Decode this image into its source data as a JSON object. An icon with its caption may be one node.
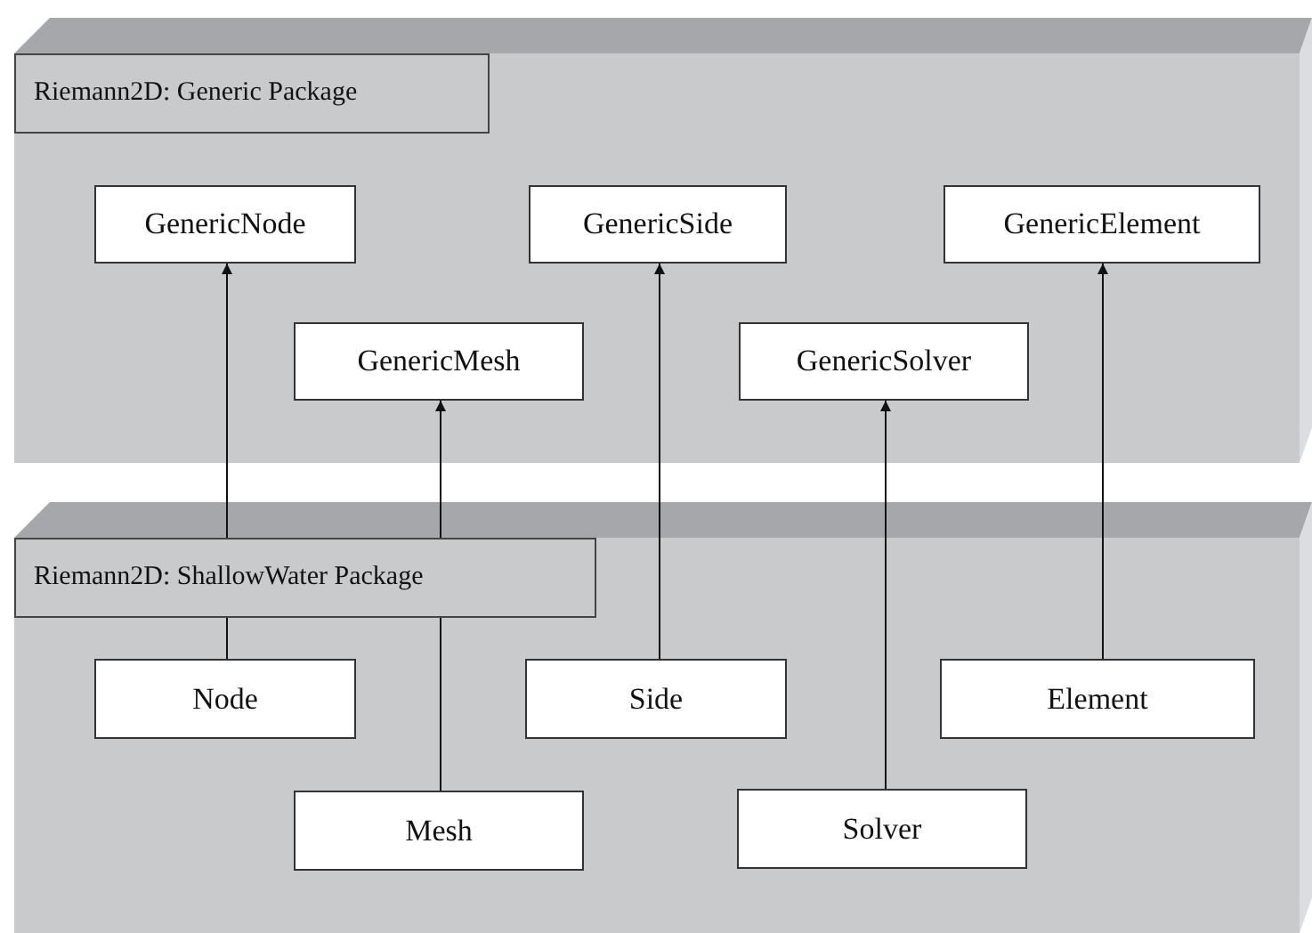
{
  "diagram": {
    "nodes": [
      {
        "text": [
          "Riemann2D: Generic Package"
        ]
      },
      {
        "text": [
          "GenericNode"
        ],
        "in": 0
      },
      {
        "text": [
          "GenericSide"
        ],
        "in": 0
      },
      {
        "text": [
          "GenericElement"
        ],
        "in": 0
      },
      {
        "text": [
          "GenericMesh"
        ],
        "in": 0
      },
      {
        "text": [
          "GenericSolver"
        ],
        "in": 0
      },
      {
        "text": [
          "Riemann2D: ShallowWater Package"
        ]
      },
      {
        "text": [
          "Node"
        ],
        "in": 6
      },
      {
        "text": [
          "Side"
        ],
        "in": 6
      },
      {
        "text": [
          "Element"
        ],
        "in": 6
      },
      {
        "text": [
          "Mesh"
        ],
        "in": 6
      },
      {
        "text": [
          "Solver"
        ],
        "in": 6
      }
    ],
    "edges": [
      {
        "from": 7,
        "to": 1,
        "arrow": "to"
      },
      {
        "from": 10,
        "to": 4,
        "arrow": "to"
      },
      {
        "from": 8,
        "to": 2,
        "arrow": "to"
      },
      {
        "from": 11,
        "to": 5,
        "arrow": "to"
      },
      {
        "from": 9,
        "to": 3,
        "arrow": "to"
      }
    ]
  }
}
